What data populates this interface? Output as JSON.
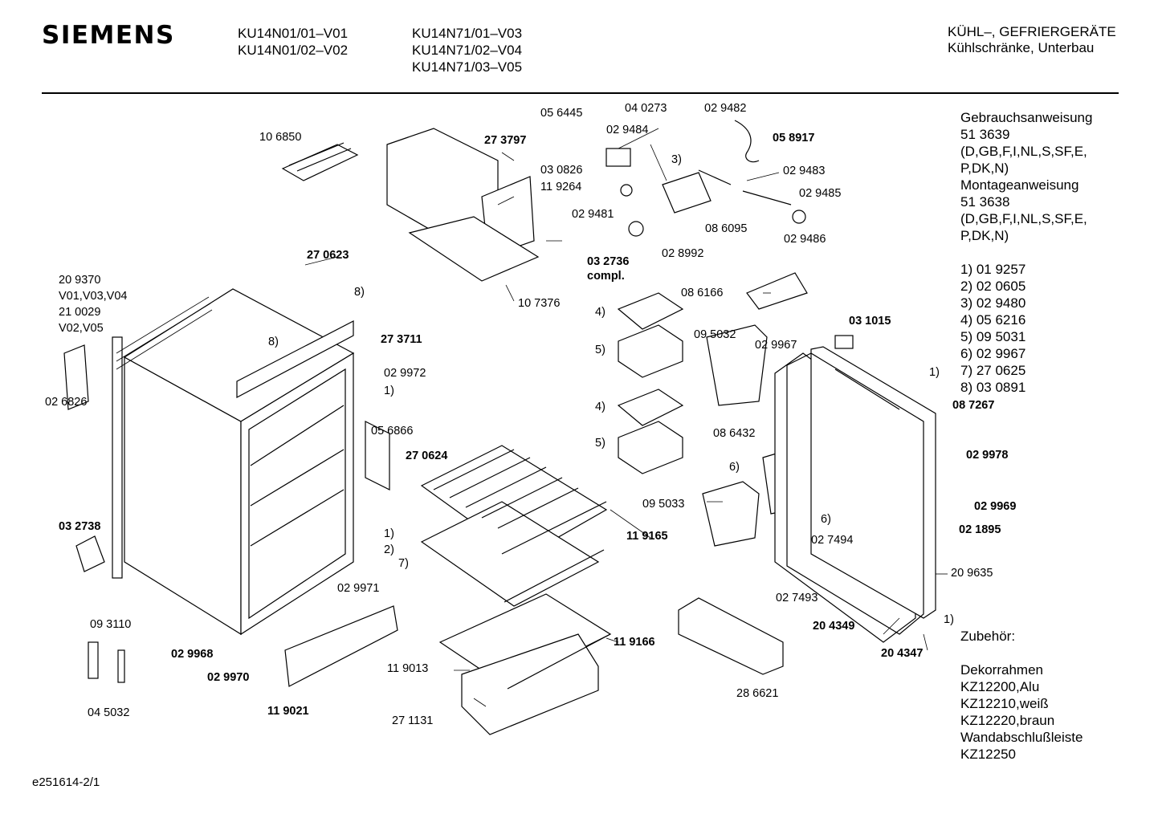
{
  "brand": "SIEMENS",
  "models_left": [
    "KU14N01/01–V01",
    "KU14N01/02–V02"
  ],
  "models_right": [
    "KU14N71/01–V03",
    "KU14N71/02–V04",
    "KU14N71/03–V05"
  ],
  "category": [
    "KÜHL–, GEFRIERGERÄTE",
    "Kühlschränke, Unterbau"
  ],
  "docs": [
    "Gebrauchsanweisung",
    "51 3639",
    "(D,GB,F,I,NL,S,SF,E,",
    "P,DK,N)",
    "Montageanweisung",
    "51 3638",
    "(D,GB,F,I,NL,S,SF,E,",
    "P,DK,N)",
    ""
  ],
  "footnotes": [
    "1) 01 9257",
    "2) 02 0605",
    "3) 02 9480",
    "4) 05 6216",
    "5) 09 5031",
    "6) 02 9967",
    "7) 27 0625",
    "8) 03 0891"
  ],
  "accessories": [
    "Zubehör:",
    "",
    "Dekorrahmen",
    "KZ12200,Alu",
    "KZ12210,weiß",
    "KZ12220,braun",
    "Wandabschlußleiste",
    "KZ12250"
  ],
  "footer_code": "e251614-2/1",
  "part_labels": [
    {
      "text": "10 6850",
      "bold": false
    },
    {
      "text": "05 6445",
      "bold": false
    },
    {
      "text": "04 0273",
      "bold": false
    },
    {
      "text": "02 9482",
      "bold": false
    },
    {
      "text": "27 3797",
      "bold": true
    },
    {
      "text": "02 9484",
      "bold": false
    },
    {
      "text": "05 8917",
      "bold": true
    },
    {
      "text": "3)",
      "bold": false
    },
    {
      "text": "03 0826",
      "bold": false
    },
    {
      "text": "11 9264",
      "bold": false
    },
    {
      "text": "02 9483",
      "bold": false
    },
    {
      "text": "02 9485",
      "bold": false
    },
    {
      "text": "02 9481",
      "bold": false
    },
    {
      "text": "08 6095",
      "bold": false
    },
    {
      "text": "02 9486",
      "bold": false
    },
    {
      "text": "03 2736",
      "bold": true
    },
    {
      "text": "compl.",
      "bold": true
    },
    {
      "text": "02 8992",
      "bold": false
    },
    {
      "text": "27 0623",
      "bold": true
    },
    {
      "text": "10 7376",
      "bold": false
    },
    {
      "text": "20 9370",
      "bold": false
    },
    {
      "text": "V01,V03,V04",
      "bold": false
    },
    {
      "text": "21 0029",
      "bold": false
    },
    {
      "text": "V02,V05",
      "bold": false
    },
    {
      "text": "8)",
      "bold": false
    },
    {
      "text": "08 6166",
      "bold": false
    },
    {
      "text": "4)",
      "bold": false
    },
    {
      "text": "03 1015",
      "bold": true
    },
    {
      "text": "8)",
      "bold": false
    },
    {
      "text": "27 3711",
      "bold": true
    },
    {
      "text": "5)",
      "bold": false
    },
    {
      "text": "09 5032",
      "bold": false
    },
    {
      "text": "02 9967",
      "bold": false
    },
    {
      "text": "02 9972",
      "bold": false
    },
    {
      "text": "1)",
      "bold": false
    },
    {
      "text": "1)",
      "bold": false
    },
    {
      "text": "02 6826",
      "bold": false
    },
    {
      "text": "4)",
      "bold": false
    },
    {
      "text": "08 7267",
      "bold": true
    },
    {
      "text": "05 6866",
      "bold": false
    },
    {
      "text": "08 6432",
      "bold": false
    },
    {
      "text": "27 0624",
      "bold": true
    },
    {
      "text": "5)",
      "bold": false
    },
    {
      "text": "02 9978",
      "bold": true
    },
    {
      "text": "6)",
      "bold": false
    },
    {
      "text": "09 5033",
      "bold": false
    },
    {
      "text": "02 9969",
      "bold": true
    },
    {
      "text": "6)",
      "bold": false
    },
    {
      "text": "03 2738",
      "bold": true
    },
    {
      "text": "02 1895",
      "bold": true
    },
    {
      "text": "1)",
      "bold": false
    },
    {
      "text": "11 9165",
      "bold": true
    },
    {
      "text": "02 7494",
      "bold": false
    },
    {
      "text": "2)",
      "bold": false
    },
    {
      "text": "7)",
      "bold": false
    },
    {
      "text": "20 9635",
      "bold": false
    },
    {
      "text": "02 9971",
      "bold": false
    },
    {
      "text": "02 7493",
      "bold": false
    },
    {
      "text": "09 3110",
      "bold": false
    },
    {
      "text": "1)",
      "bold": false
    },
    {
      "text": "20 4349",
      "bold": true
    },
    {
      "text": "11 9166",
      "bold": true
    },
    {
      "text": "02 9968",
      "bold": true
    },
    {
      "text": "20 4347",
      "bold": true
    },
    {
      "text": "11 9013",
      "bold": false
    },
    {
      "text": "02 9970",
      "bold": true
    },
    {
      "text": "28 6621",
      "bold": false
    },
    {
      "text": "11 9021",
      "bold": true
    },
    {
      "text": "04 5032",
      "bold": false
    },
    {
      "text": "27 1131",
      "bold": false
    }
  ]
}
